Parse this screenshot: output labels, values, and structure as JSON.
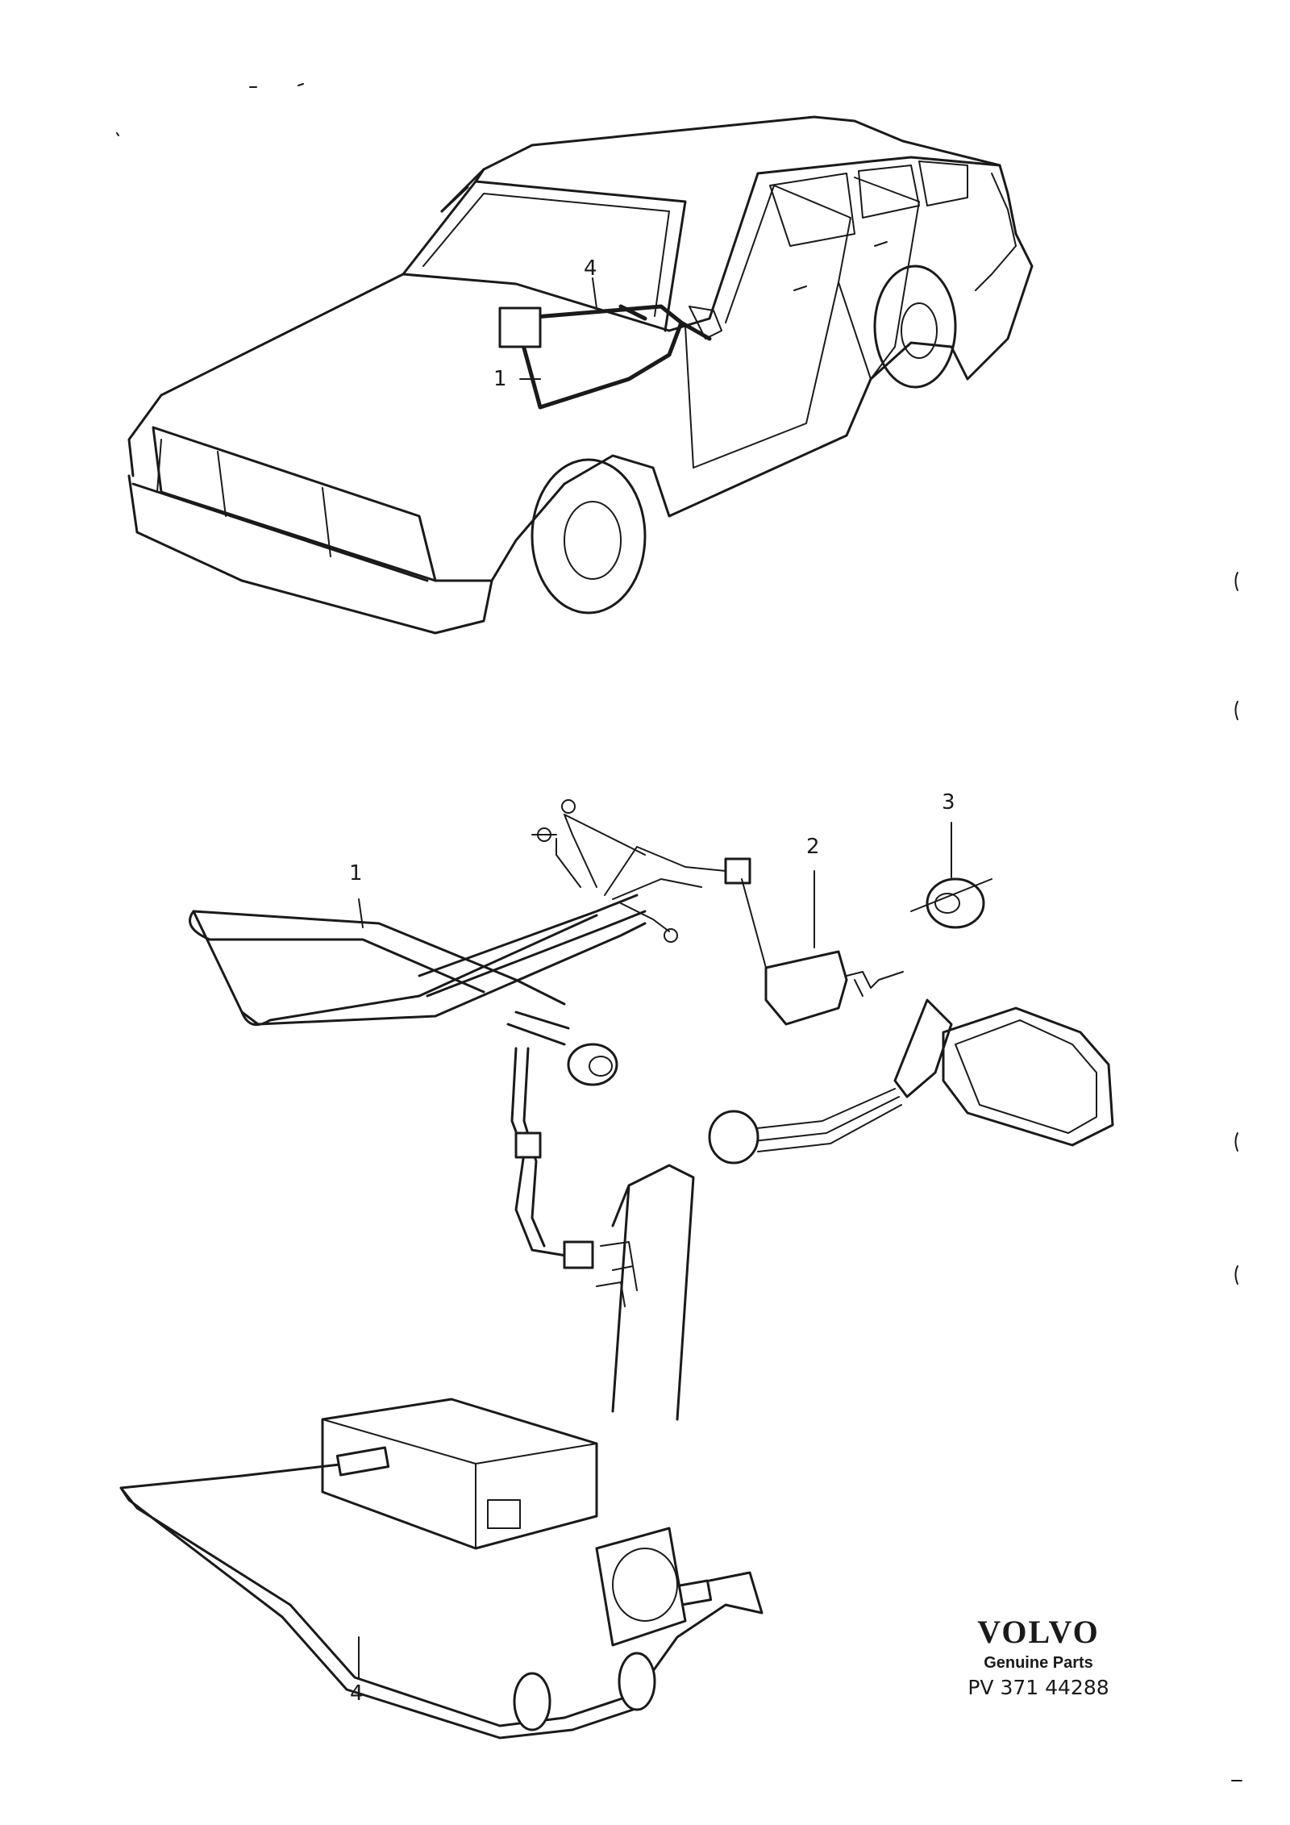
{
  "callouts": {
    "car_1": "1",
    "car_4": "4",
    "harness_1": "1",
    "switch_2": "2",
    "nut_3": "3",
    "cable_4": "4"
  },
  "brand": {
    "logo": "VOLVO",
    "tagline": "Genuine Parts",
    "reference": "PV 371 44288"
  },
  "icons": {
    "margin_marks": "bracket-glyph"
  }
}
